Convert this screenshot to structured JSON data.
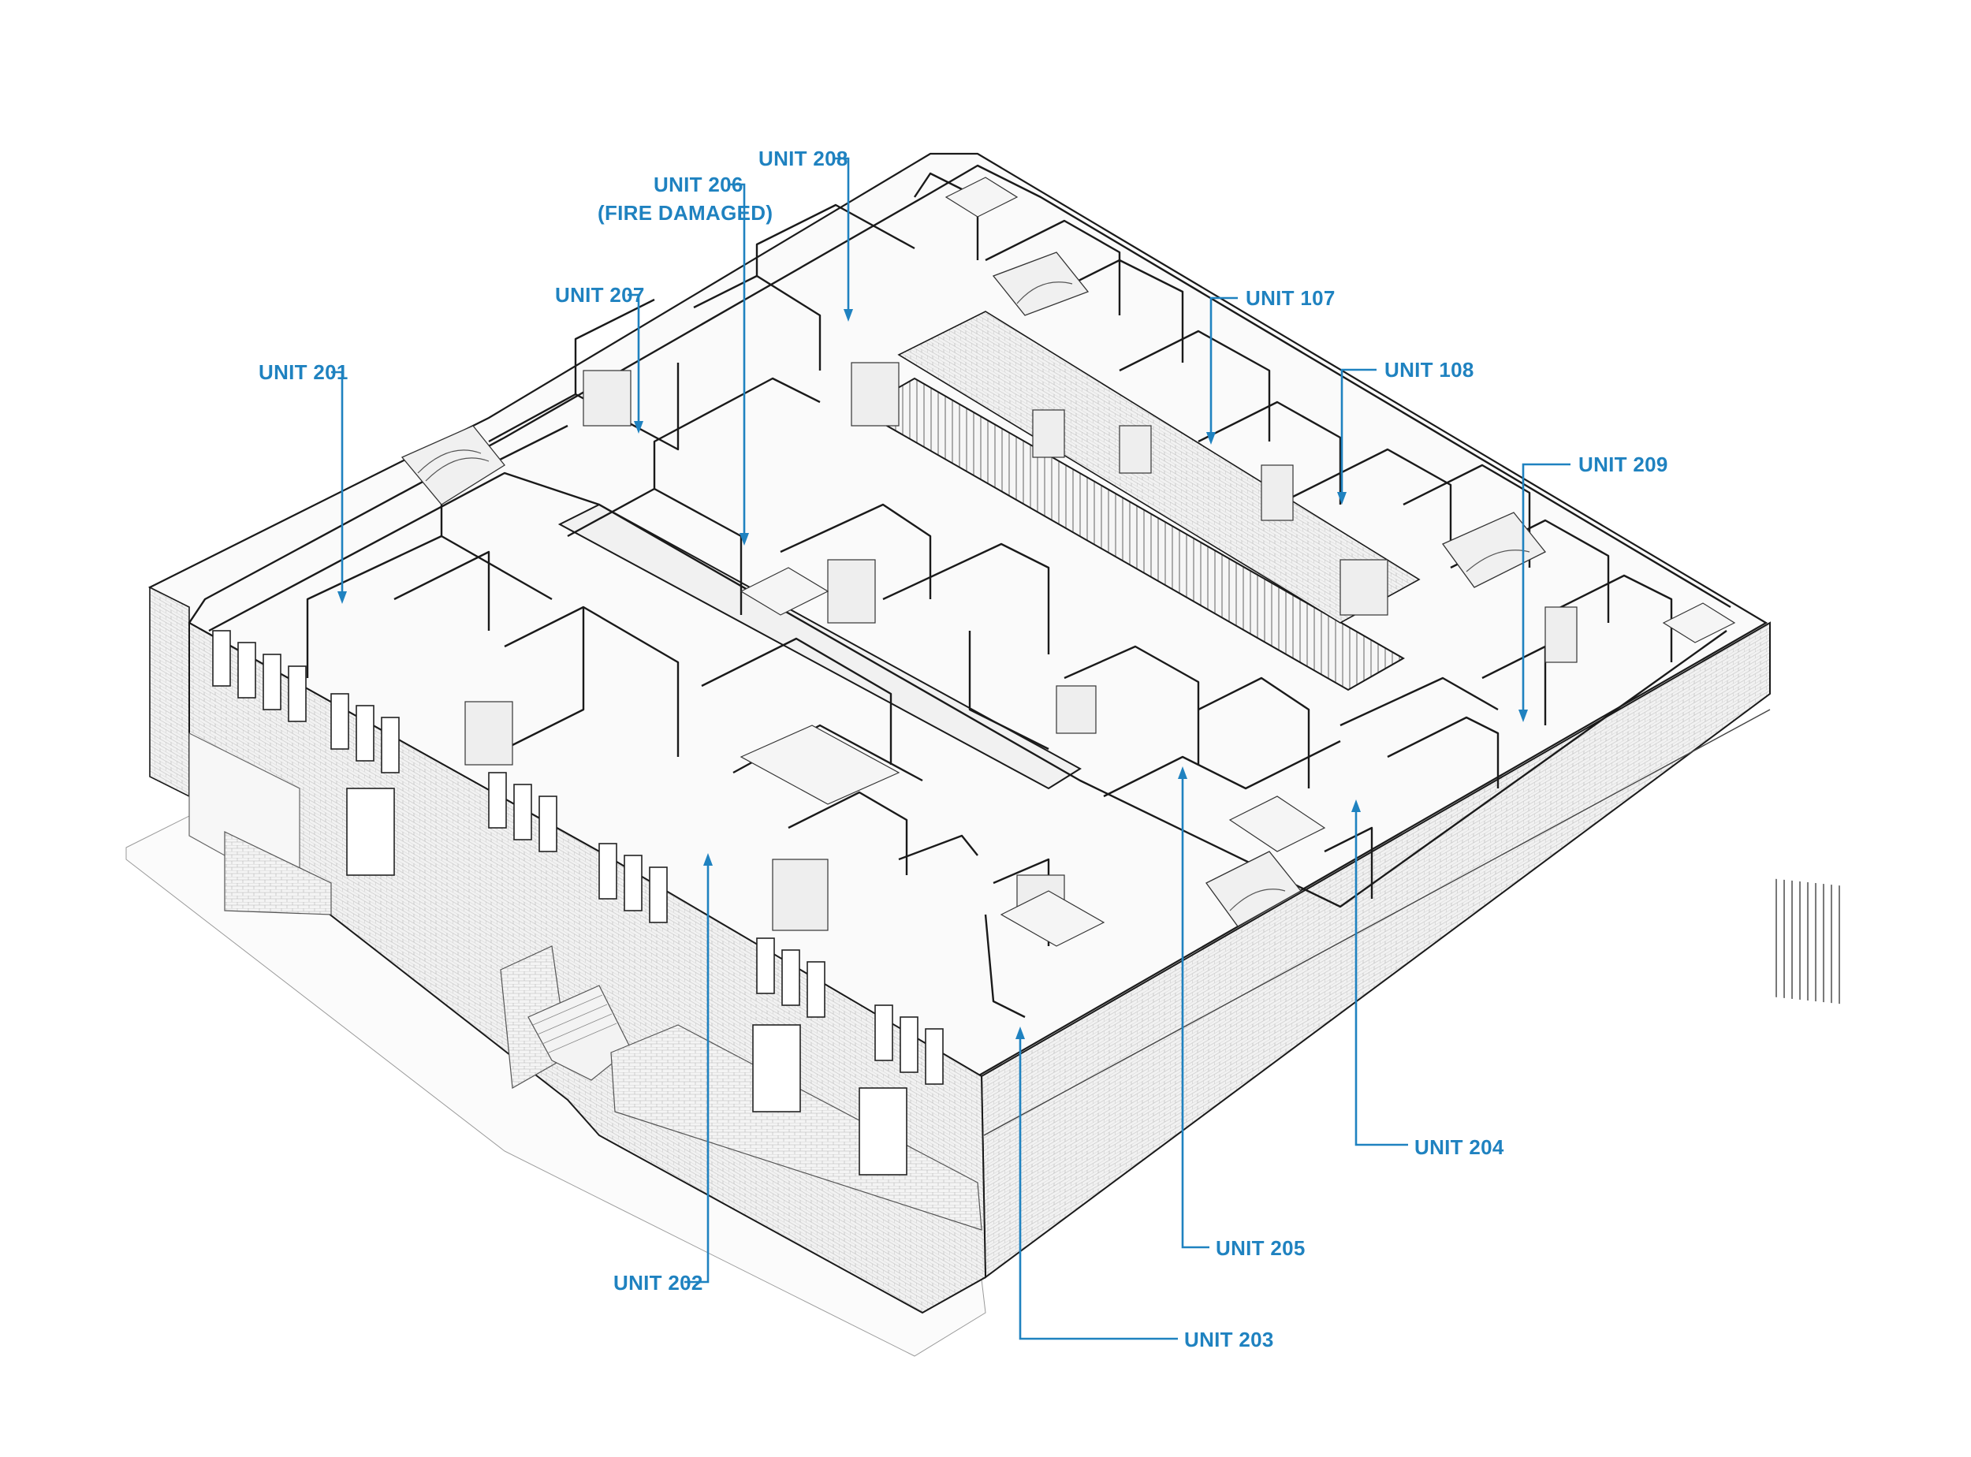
{
  "colors": {
    "label": "#1f82c0",
    "line": "#1a1a1a",
    "background": "#ffffff",
    "hatch": "#9a9a9a"
  },
  "labels": {
    "unit_208": "UNIT 208",
    "unit_206_line1": "UNIT 206",
    "unit_206_line2": "(FIRE DAMAGED)",
    "unit_207": "UNIT 207",
    "unit_201": "UNIT 201",
    "unit_107": "UNIT 107",
    "unit_108": "UNIT 108",
    "unit_209": "UNIT 209",
    "unit_204": "UNIT 204",
    "unit_205": "UNIT 205",
    "unit_202": "UNIT 202",
    "unit_203": "UNIT 203"
  }
}
